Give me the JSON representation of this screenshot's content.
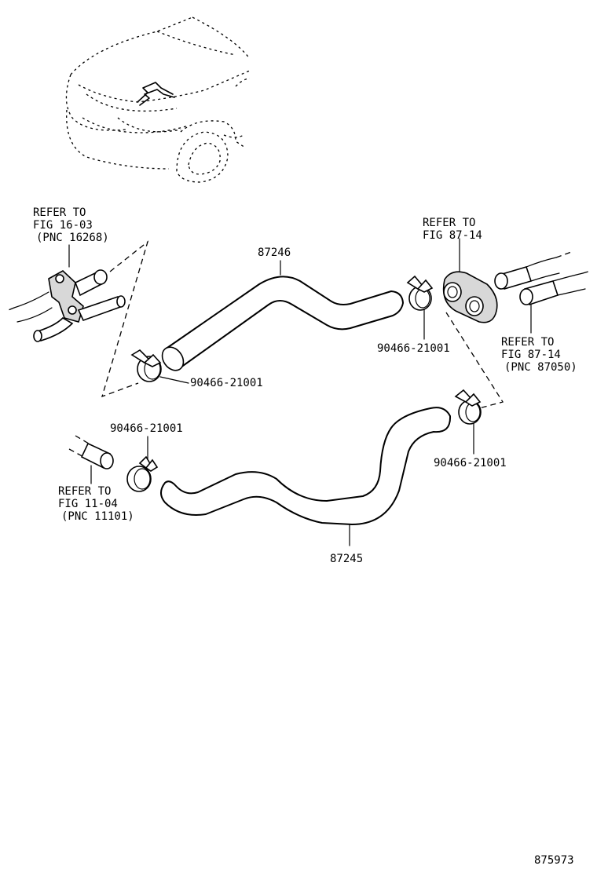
{
  "parts": {
    "hose_upper": "87246",
    "hose_lower": "87245",
    "clamp_upper_left": "90466-21001",
    "clamp_upper_right": "90466-21001",
    "clamp_lower_left": "90466-21001",
    "clamp_lower_right": "90466-21001"
  },
  "refs": {
    "fig_16_03": [
      "REFER TO",
      "FIG 16-03",
      "(PNC 16268)"
    ],
    "fig_87_14_top": [
      "REFER TO",
      "FIG 87-14"
    ],
    "fig_87_14_pnc": [
      "REFER TO",
      "FIG 87-14",
      "(PNC 87050)"
    ],
    "fig_11_04": [
      "REFER TO",
      "FIG 11-04",
      "(PNC 11101)"
    ]
  },
  "figure_number": "875973"
}
